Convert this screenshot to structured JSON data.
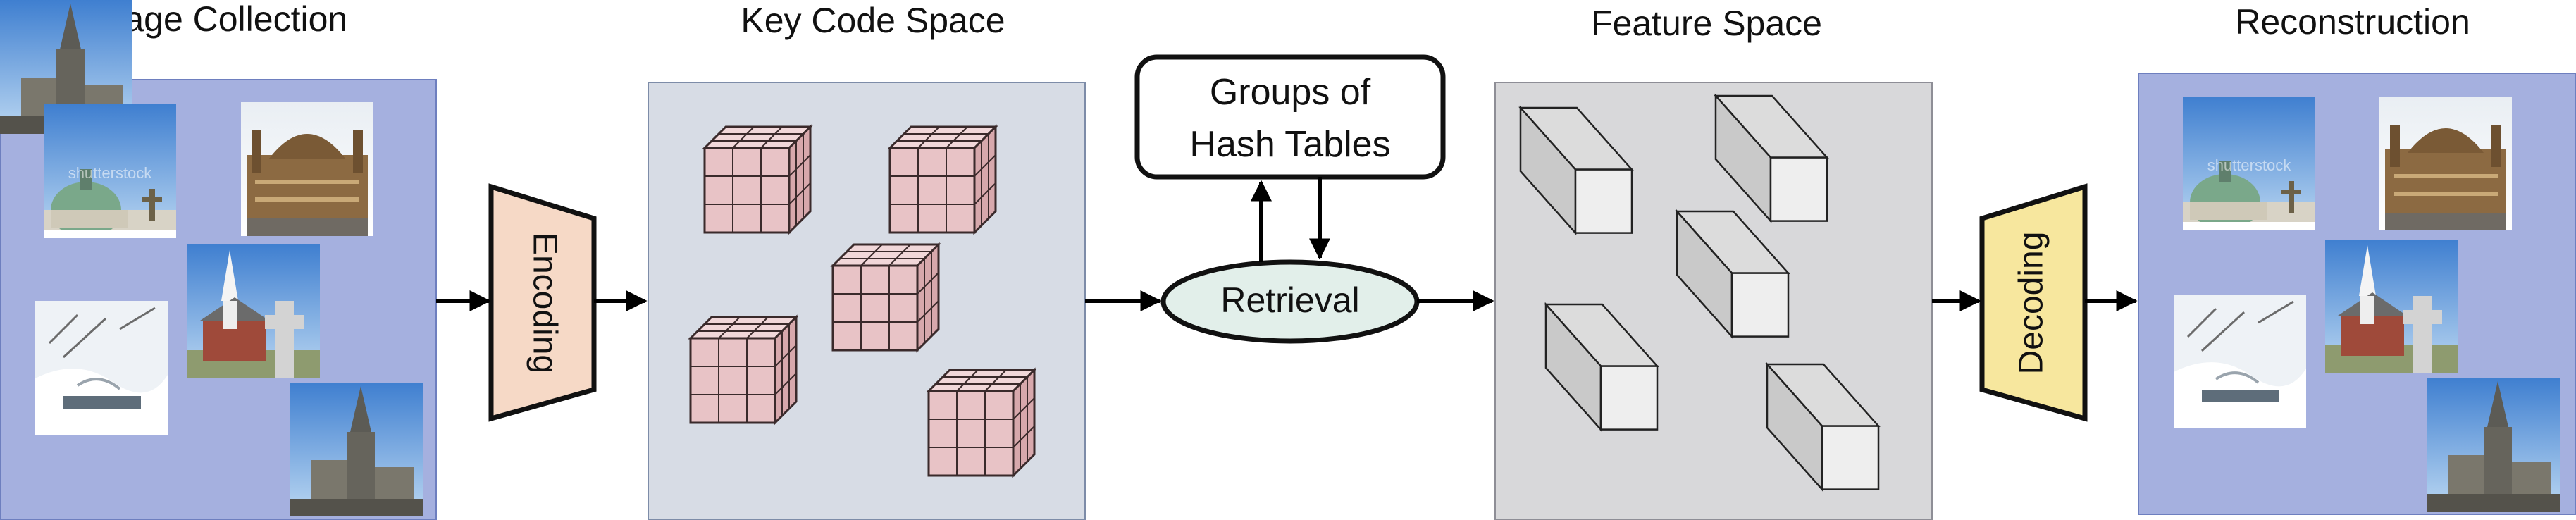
{
  "sections": {
    "image_collection": "Image Collection",
    "key_code_space": "Key Code Space",
    "feature_space": "Feature Space",
    "reconstruction": "Reconstruction"
  },
  "nodes": {
    "encoding": "Encoding",
    "decoding": "Decoding",
    "retrieval": "Retrieval",
    "hash_tables_line1": "Groups of",
    "hash_tables_line2": "Hash Tables"
  },
  "thumbnails": [
    {
      "subject": "domed-church",
      "watermark": "shutterstock"
    },
    {
      "subject": "ornate-building"
    },
    {
      "subject": "church-with-cross"
    },
    {
      "subject": "snowy-landscape"
    },
    {
      "subject": "gothic-cathedral"
    }
  ],
  "colors": {
    "image_panel": "#a5b0df",
    "key_code_panel": "#d7dce5",
    "feature_panel": "#d8d8da",
    "encoding_fill": "#f6d9c6",
    "decoding_fill": "#f7e79e",
    "retrieval_fill": "#e2efea",
    "cube_face": "#e8c3c6",
    "cube_side": "#d7a8ac",
    "cube_top": "#f1d7d9",
    "bar_front": "#eeeeee",
    "bar_side": "#c9c9c9",
    "bar_top": "#dcdcdc"
  }
}
